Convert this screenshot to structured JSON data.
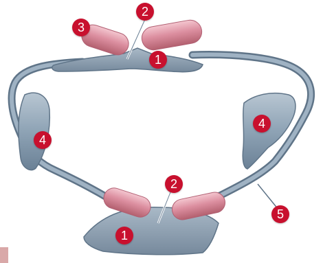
{
  "colors": {
    "frame_fill": "#8ea3b5",
    "frame_shadow": "#5f7488",
    "frame_highlight": "#c3d0db",
    "pad_fill": "#d88b9b",
    "pad_highlight": "#f2c1cb",
    "pad_shadow": "#b05f72",
    "marker_fill": "#c8102e",
    "marker_text": "#ffffff",
    "corner_swatch": "#d9a8a8"
  },
  "markers": [
    {
      "id": "top-2",
      "label": "2"
    },
    {
      "id": "top-3",
      "label": "3"
    },
    {
      "id": "top-1",
      "label": "1"
    },
    {
      "id": "left-4",
      "label": "4"
    },
    {
      "id": "right-4",
      "label": "4"
    },
    {
      "id": "bottom-2",
      "label": "2"
    },
    {
      "id": "right-5",
      "label": "5"
    },
    {
      "id": "bottom-1",
      "label": "1"
    }
  ]
}
